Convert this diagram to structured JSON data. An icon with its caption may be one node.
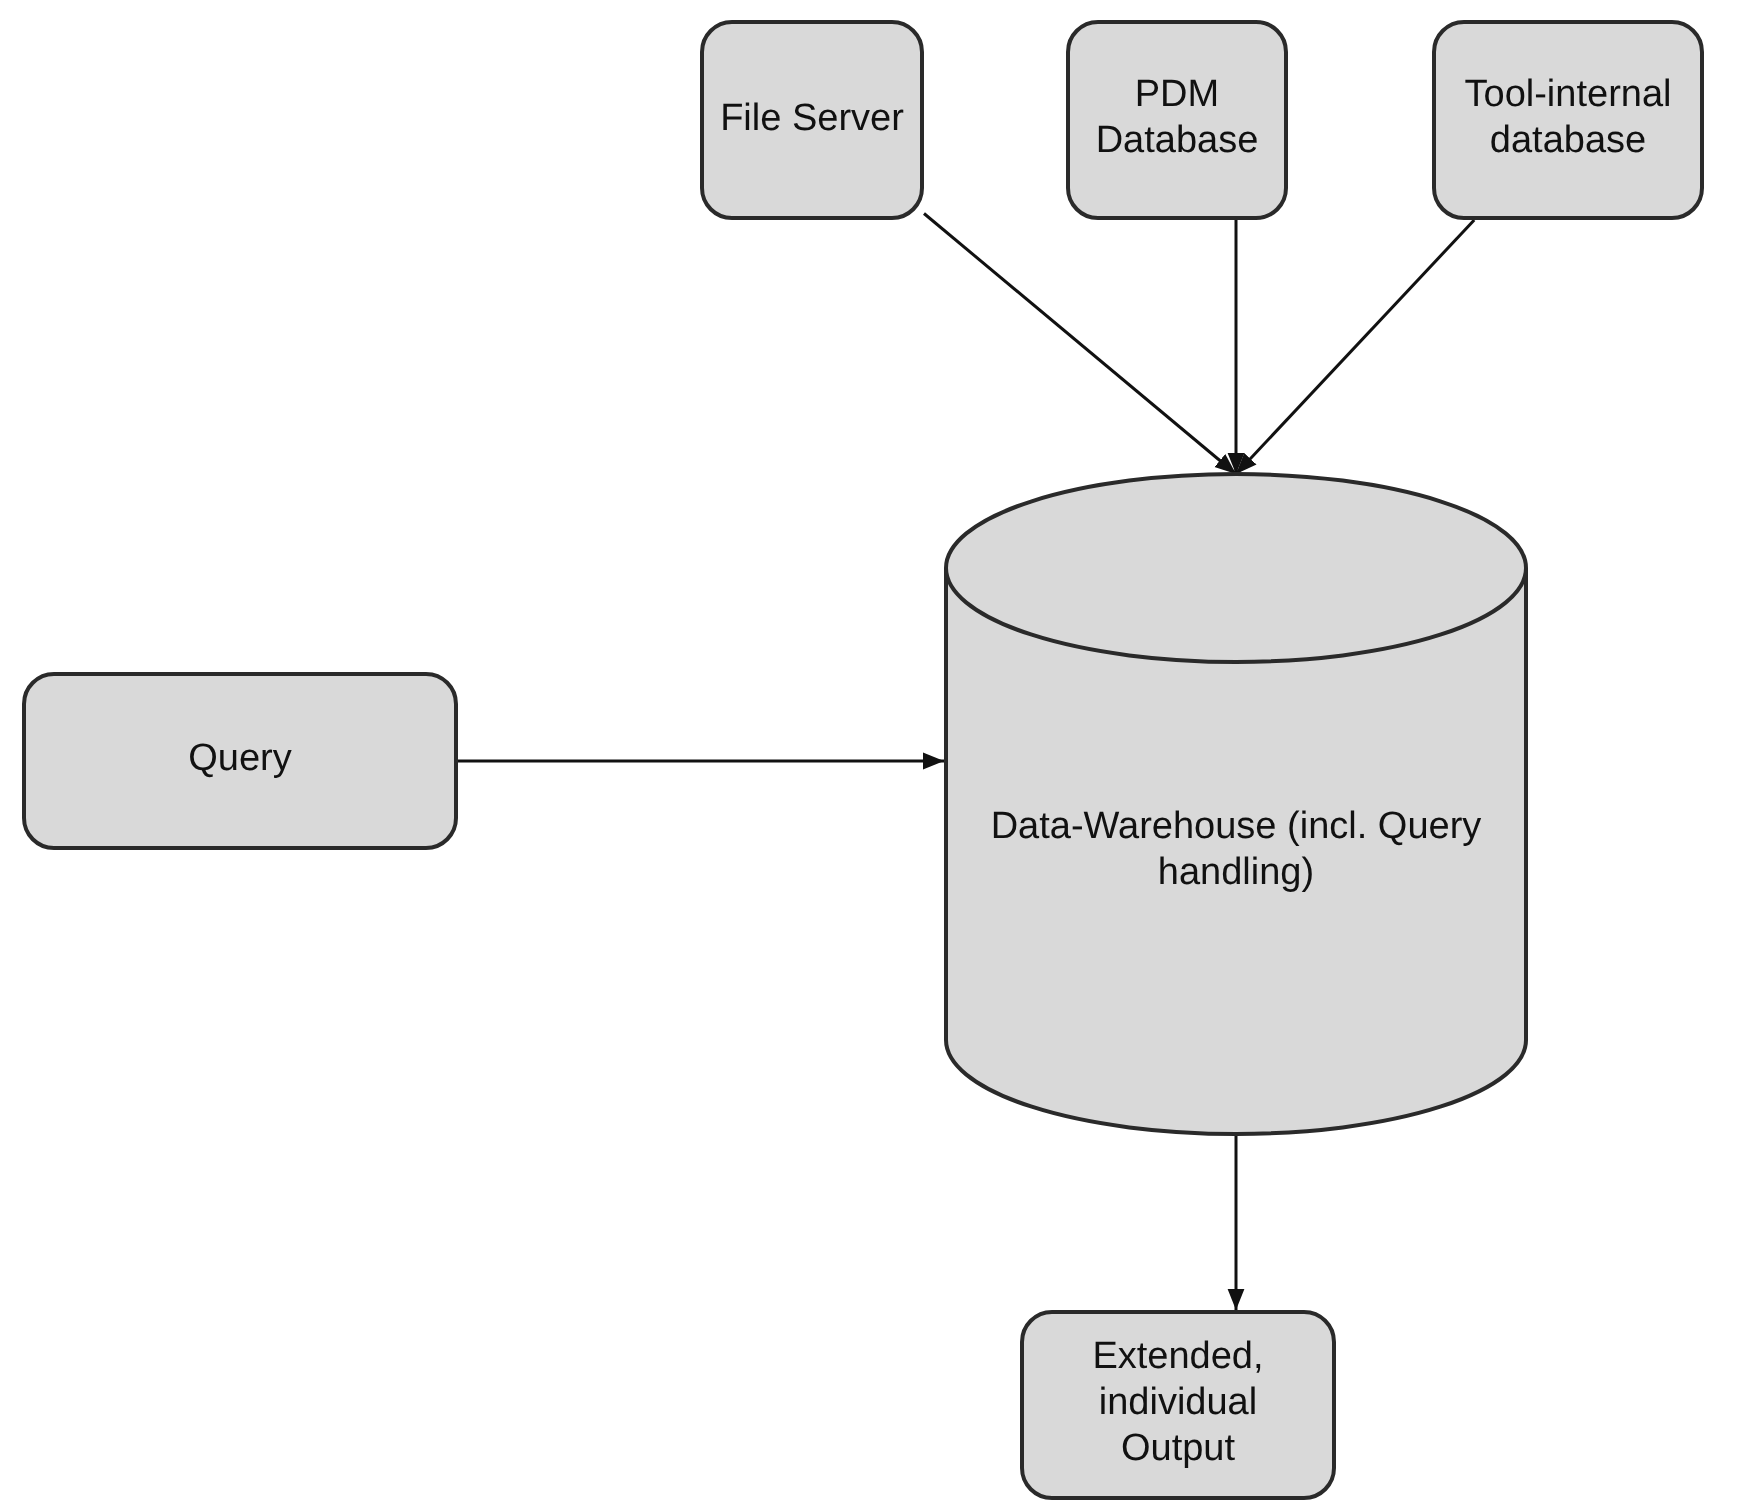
{
  "diagram": {
    "nodes": [
      {
        "text": [
          "File Server"
        ]
      },
      {
        "text": [
          "PDM Database"
        ]
      },
      {
        "text": [
          "Tool-internal database"
        ]
      },
      {
        "text": [
          "Data-Warehouse (incl. Query handling)"
        ]
      },
      {
        "text": [
          "Query"
        ]
      },
      {
        "text": [
          "Extended, individual Output"
        ]
      }
    ],
    "edges": [
      {
        "from": 0,
        "to": 3,
        "arrow": "to"
      },
      {
        "from": 1,
        "to": 3,
        "arrow": "to"
      },
      {
        "from": 2,
        "to": 3,
        "arrow": "to"
      },
      {
        "from": 4,
        "to": 3,
        "arrow": "to"
      },
      {
        "from": 3,
        "to": 5,
        "arrow": "to"
      }
    ]
  }
}
